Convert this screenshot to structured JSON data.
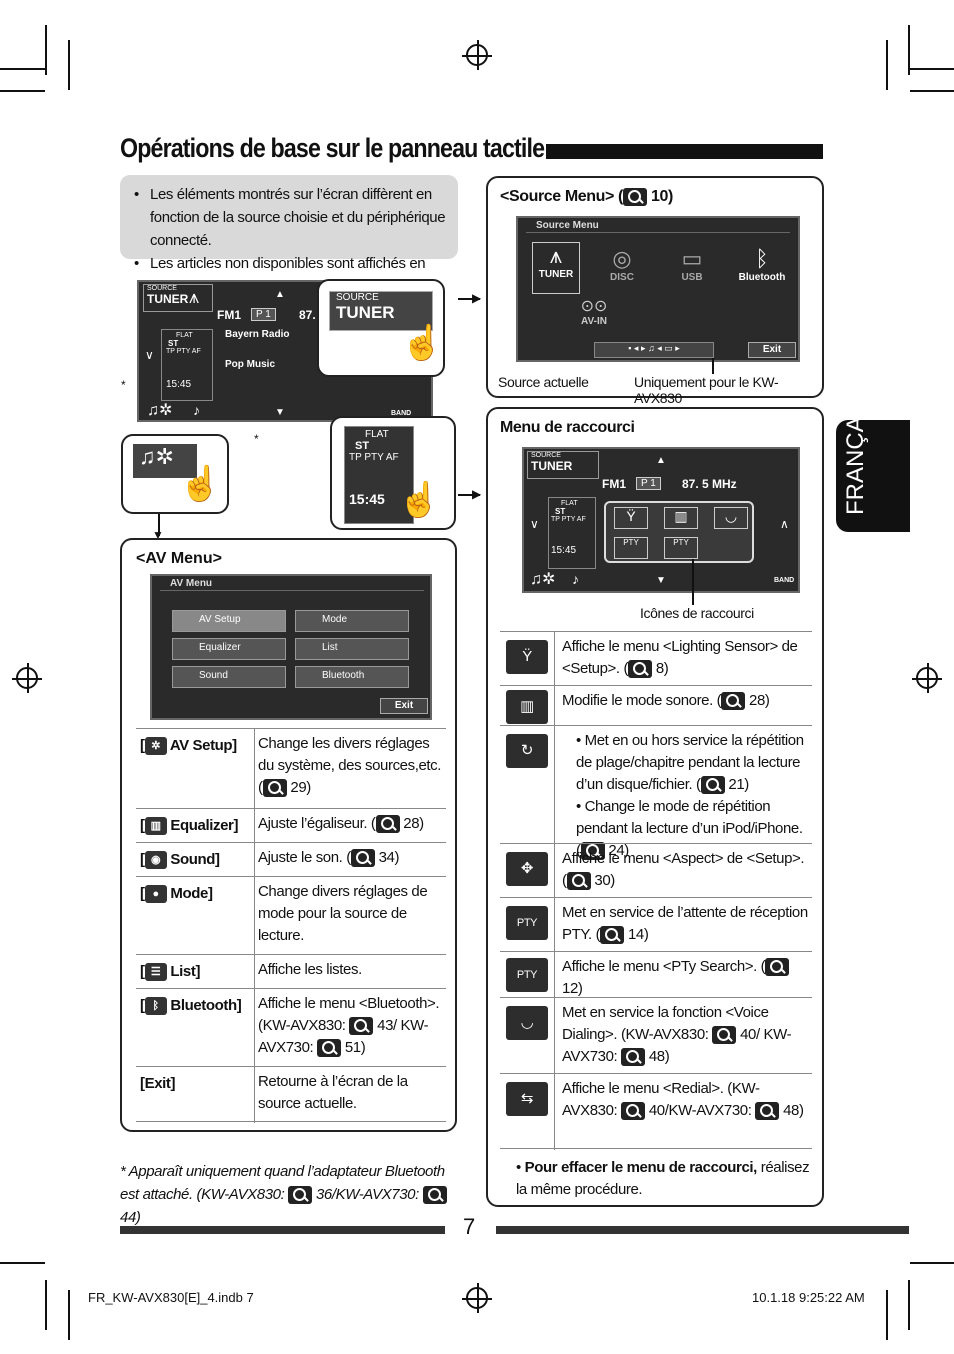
{
  "page": {
    "title": "Opérations de base sur le panneau tactile",
    "page_number": "7",
    "language_tab": "FRANÇAIS",
    "footer_left": "FR_KW-AVX830[E]_4.indb   7",
    "footer_right": "10.1.18   9:25:22 AM"
  },
  "notes": [
    "Les éléments montrés sur l’écran diffèrent en fonction de la source choisie et du périphérique connecté.",
    "Les articles non disponibles sont affichés en gris."
  ],
  "main_screen": {
    "source_small": "SOURCE",
    "tuner": "TUNER",
    "band": "FM1",
    "preset": "P 1",
    "freq": "87.",
    "station1": "Bayern Radio",
    "station2": "Pop Music",
    "flat": "FLAT",
    "st": "ST",
    "tp_pty_af": "TP  PTY  AF",
    "time": "15:45",
    "band_btn": "BAND",
    "asterisk": "*"
  },
  "zoom_source": {
    "source": "SOURCE",
    "tuner": "TUNER"
  },
  "zoom_flat": {
    "flat": "FLAT",
    "st": "ST",
    "tp_pty_af": "TP  PTY  AF",
    "time": "15:45"
  },
  "av_menu": {
    "heading": "<AV Menu>",
    "screen_title": "AV Menu",
    "buttons": [
      "AV Setup",
      "Mode",
      "Equalizer",
      "List",
      "Sound",
      "Bluetooth"
    ],
    "exit": "Exit",
    "rows": [
      {
        "label": "AV Setup]",
        "desc": "Change les divers réglages du système, des sources,etc. (",
        "ref": "29)"
      },
      {
        "label": "Equalizer]",
        "desc": "Ajuste l’égaliseur. (",
        "ref": "28)"
      },
      {
        "label": "Sound]",
        "desc": "Ajuste le son. (",
        "ref": "34)"
      },
      {
        "label": "Mode]",
        "desc": "Change divers réglages de mode pour la source de lecture."
      },
      {
        "label": "List]",
        "desc": "Affiche les listes."
      },
      {
        "label": "Bluetooth]",
        "desc": "Affiche le menu <Bluetooth>. (KW-AVX830: ",
        "ref": "43/ KW-AVX730:",
        "ref2": "51)"
      },
      {
        "label": "[Exit]",
        "desc": "Retourne à l’écran de la source actuelle."
      }
    ]
  },
  "footnote": {
    "star": "*",
    "text": "Apparaît uniquement quand l’adaptateur Bluetooth est attaché. (KW-AVX830:",
    "ref1": "36/KW-AVX730:",
    "ref2": "44)"
  },
  "source_menu": {
    "heading": "<Source Menu> (",
    "ref": "10)",
    "screen_title": "Source Menu",
    "items": [
      "TUNER",
      "DISC",
      "USB",
      "Bluetooth",
      "AV-IN"
    ],
    "exit": "Exit",
    "label_left": "Source actuelle",
    "label_right": "Uniquement pour le KW-AVX830"
  },
  "shortcut_menu": {
    "heading": "Menu de raccourci",
    "band": "FM1",
    "preset": "P 1",
    "freq": "87. 5  MHz",
    "caption": "Icônes de raccourci",
    "rows": [
      {
        "icon": "Ÿ",
        "text": "Affiche le menu <Lighting Sensor> de <Setup>. (",
        "ref": "8)"
      },
      {
        "icon": "▥",
        "text": "Modifie le mode sonore. (",
        "ref": "28)"
      },
      {
        "icon": "↻",
        "text": "Met en ou hors service la répétition de plage/chapitre pendant la lecture d’un disque/fichier. (",
        "ref": "21)",
        "text2": "Change le mode de répétition pendant la lecture d’un iPod/iPhone. (",
        "ref2": "24)"
      },
      {
        "icon": "✥",
        "text": "Affiche le menu <Aspect> de <Setup>. (",
        "ref": "30)"
      },
      {
        "icon": "PTY",
        "text": "Met en service de l’attente de réception PTY. (",
        "ref": "14)"
      },
      {
        "icon": "PTY",
        "text": "Affiche le menu <PTy Search>. (",
        "ref": "12)"
      },
      {
        "icon": "◡",
        "text": "Met en service la fonction <Voice Dialing>. (KW-AVX830:",
        "ref": "40/ KW-AVX730:",
        "ref2": "48)"
      },
      {
        "icon": "⇆",
        "text": "Affiche le menu <Redial>. (KW-AVX830:",
        "ref": "40/KW-AVX730:",
        "ref2": "48)"
      }
    ],
    "bottom_bold": "Pour effacer le menu de raccourci,",
    "bottom_rest": "réalisez la même procédure."
  }
}
